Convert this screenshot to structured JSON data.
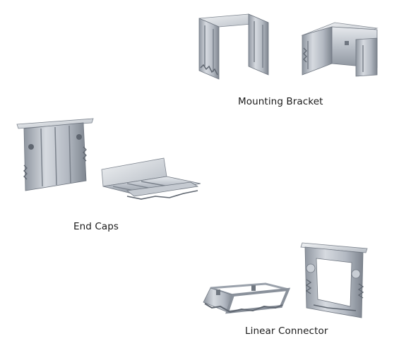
{
  "captions": {
    "mounting_bracket": "Mounting Bracket",
    "end_caps": "End Caps",
    "linear_connector": "Linear Connector"
  },
  "colors": {
    "background": "#ffffff",
    "metal_light": "#d4d8de",
    "metal_mid": "#a9afb8",
    "metal_dark": "#6f7680",
    "caption_text": "#1a1a1a"
  },
  "icons": {
    "mounting_bracket_front": "mounting-bracket-front-icon",
    "mounting_bracket_back": "mounting-bracket-back-icon",
    "end_cap_upright": "end-cap-upright-icon",
    "end_cap_flat": "end-cap-flat-icon",
    "linear_connector_flat": "linear-connector-flat-icon",
    "linear_connector_upright": "linear-connector-upright-icon"
  }
}
